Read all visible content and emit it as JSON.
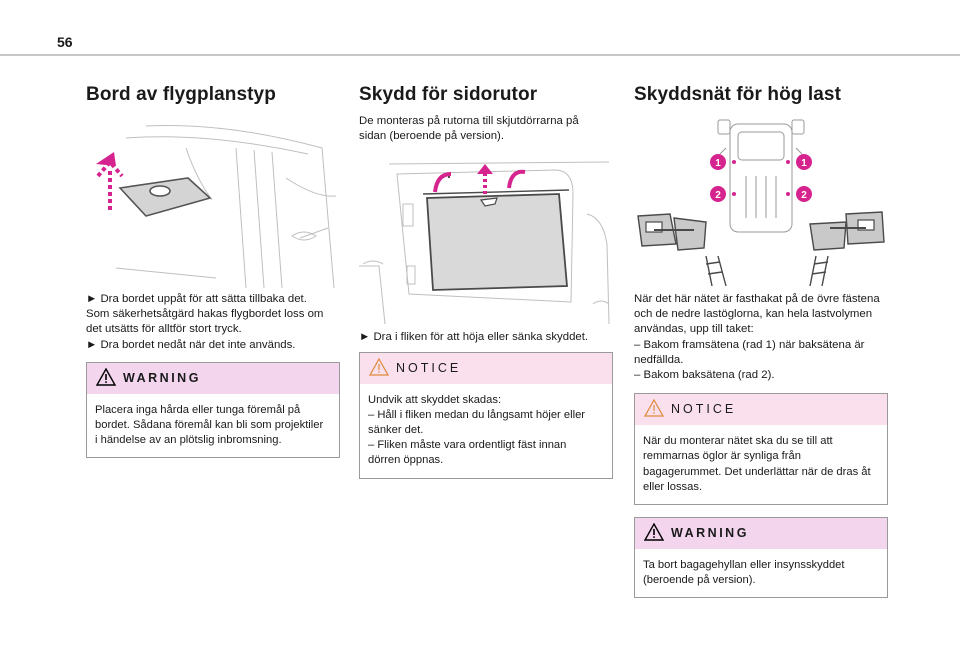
{
  "page": {
    "number": "56"
  },
  "col1": {
    "title": "Bord av flygplanstyp",
    "lines": [
      "► Dra bordet uppåt för att sätta tillbaka det.",
      "Som säkerhetsåtgärd hakas flygbordet loss om",
      "det utsätts för alltför stort tryck.",
      "► Dra bordet nedåt när det inte används."
    ],
    "warning": {
      "title": "WARNING",
      "lines": [
        "Placera inga hårda eller tunga föremål på",
        "bordet. Sådana föremål kan bli som projektiler",
        "i händelse av an plötslig inbromsning."
      ]
    }
  },
  "col2": {
    "title": "Skydd för sidorutor",
    "intro": [
      "De monteras på rutorna till skjutdörrarna på",
      "sidan (beroende på version)."
    ],
    "lines": [
      "► Dra i fliken för att höja eller sänka skyddet."
    ],
    "notice": {
      "title": "NOTICE",
      "lines": [
        "Undvik att skyddet skadas:",
        "– Håll i fliken medan du långsamt höjer eller",
        "sänker det.",
        "– Fliken måste vara ordentligt fäst innan",
        "dörren öppnas."
      ]
    }
  },
  "col3": {
    "title": "Skyddsnät för hög last",
    "diagram_labels": [
      "1",
      "1",
      "2",
      "2"
    ],
    "lines": [
      "När det här nätet är fasthakat på de övre fästena",
      "och de nedre lastöglorna, kan hela lastvolymen",
      "användas, upp till taket:",
      "– Bakom framsätena (rad 1) när baksätena är",
      "nedfällda.",
      "– Bakom baksätena (rad 2)."
    ],
    "notice": {
      "title": "NOTICE",
      "lines": [
        "När du monterar nätet ska du se till att",
        "remmarnas öglor är synliga från",
        "bagagerummet. Det underlättar när de dras åt",
        "eller lossas."
      ]
    },
    "warning": {
      "title": "WARNING",
      "lines": [
        "Ta bort bagagehyllan eller insynsskyddet",
        "(beroende på version)."
      ]
    }
  },
  "colors": {
    "magenta": "#d6248f",
    "warning_bg": "#f3d5ee",
    "notice_bg": "#f9e0ec",
    "triangle_warning": "#000000",
    "triangle_notice": "#e08a3c"
  }
}
